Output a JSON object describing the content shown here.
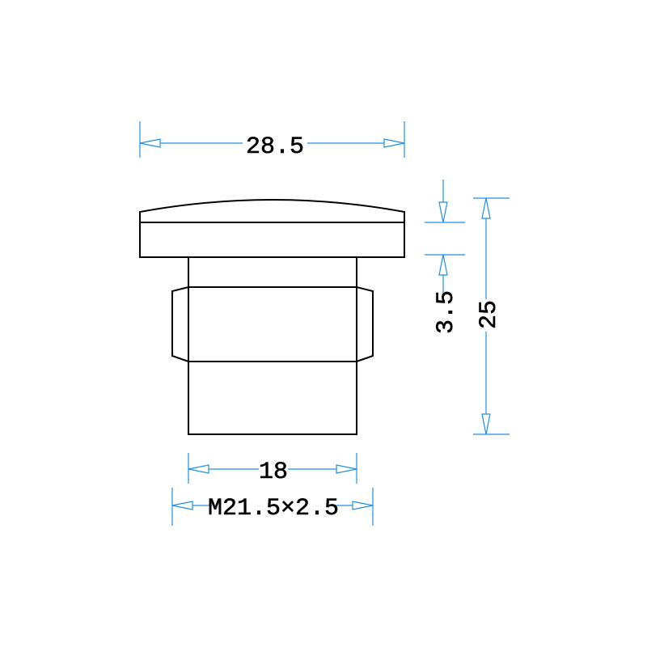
{
  "dimensions": {
    "overall_width": "28.5",
    "inner_width": "18",
    "thread": "M21.5×2.5",
    "cap_height": "3.5",
    "total_height": "25"
  },
  "colors": {
    "outline": "#000000",
    "dimension": "#1f8fe8",
    "background": "#ffffff"
  }
}
